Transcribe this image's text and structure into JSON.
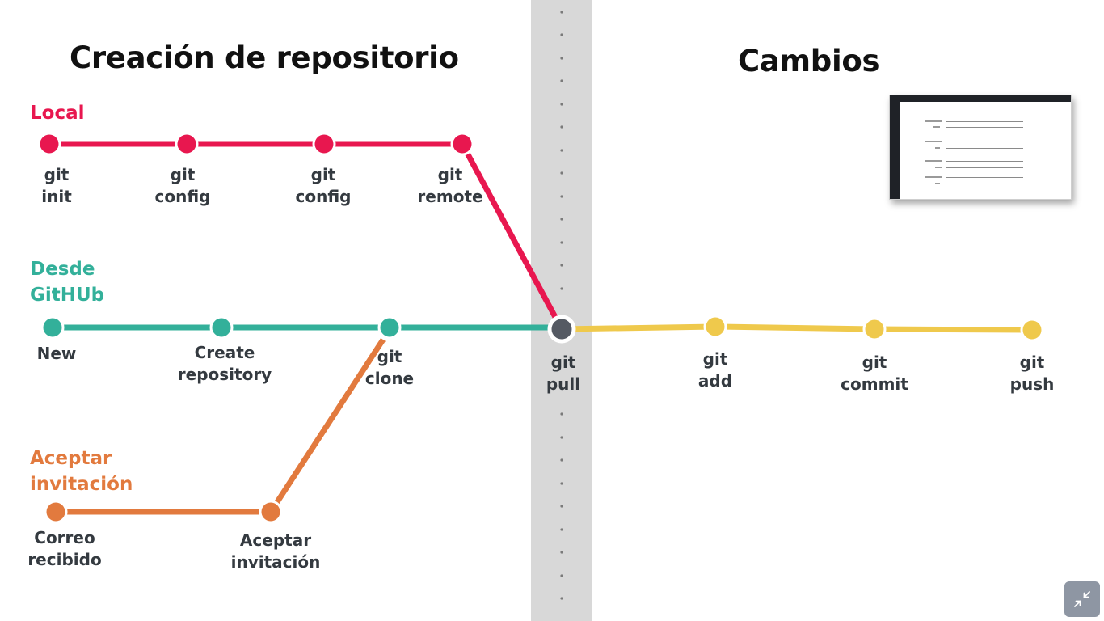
{
  "titles": {
    "left": "Creación de repositorio",
    "right": "Cambios"
  },
  "colors": {
    "local": "#e8174f",
    "github": "#33b09a",
    "invite": "#e27a3e",
    "changes": "#efc94c",
    "hub": "#555a63",
    "divider": "#d8d8d8"
  },
  "tracks": {
    "local": {
      "label": [
        "Local"
      ]
    },
    "github": {
      "label": [
        "Desde",
        "GitHUb"
      ]
    },
    "invite": {
      "label": [
        "Aceptar",
        "invitación"
      ]
    }
  },
  "nodes": {
    "local": [
      {
        "lines": [
          "git",
          "init"
        ]
      },
      {
        "lines": [
          "git",
          "config"
        ]
      },
      {
        "lines": [
          "git",
          "config"
        ]
      },
      {
        "lines": [
          "git",
          "remote"
        ]
      }
    ],
    "github": [
      {
        "lines": [
          "New"
        ]
      },
      {
        "lines": [
          "Create",
          "repository"
        ]
      },
      {
        "lines": [
          "git",
          "clone"
        ]
      }
    ],
    "invite": [
      {
        "lines": [
          "Correo",
          "recibido"
        ]
      },
      {
        "lines": [
          "Aceptar",
          "invitación"
        ]
      }
    ],
    "hub": {
      "lines": [
        "git",
        "pull"
      ]
    },
    "changes": [
      {
        "lines": [
          "git",
          "add"
        ]
      },
      {
        "lines": [
          "git",
          "commit"
        ]
      },
      {
        "lines": [
          "git",
          "push"
        ]
      }
    ]
  },
  "controls": {
    "collapse_icon": "collapse-arrows-icon"
  }
}
